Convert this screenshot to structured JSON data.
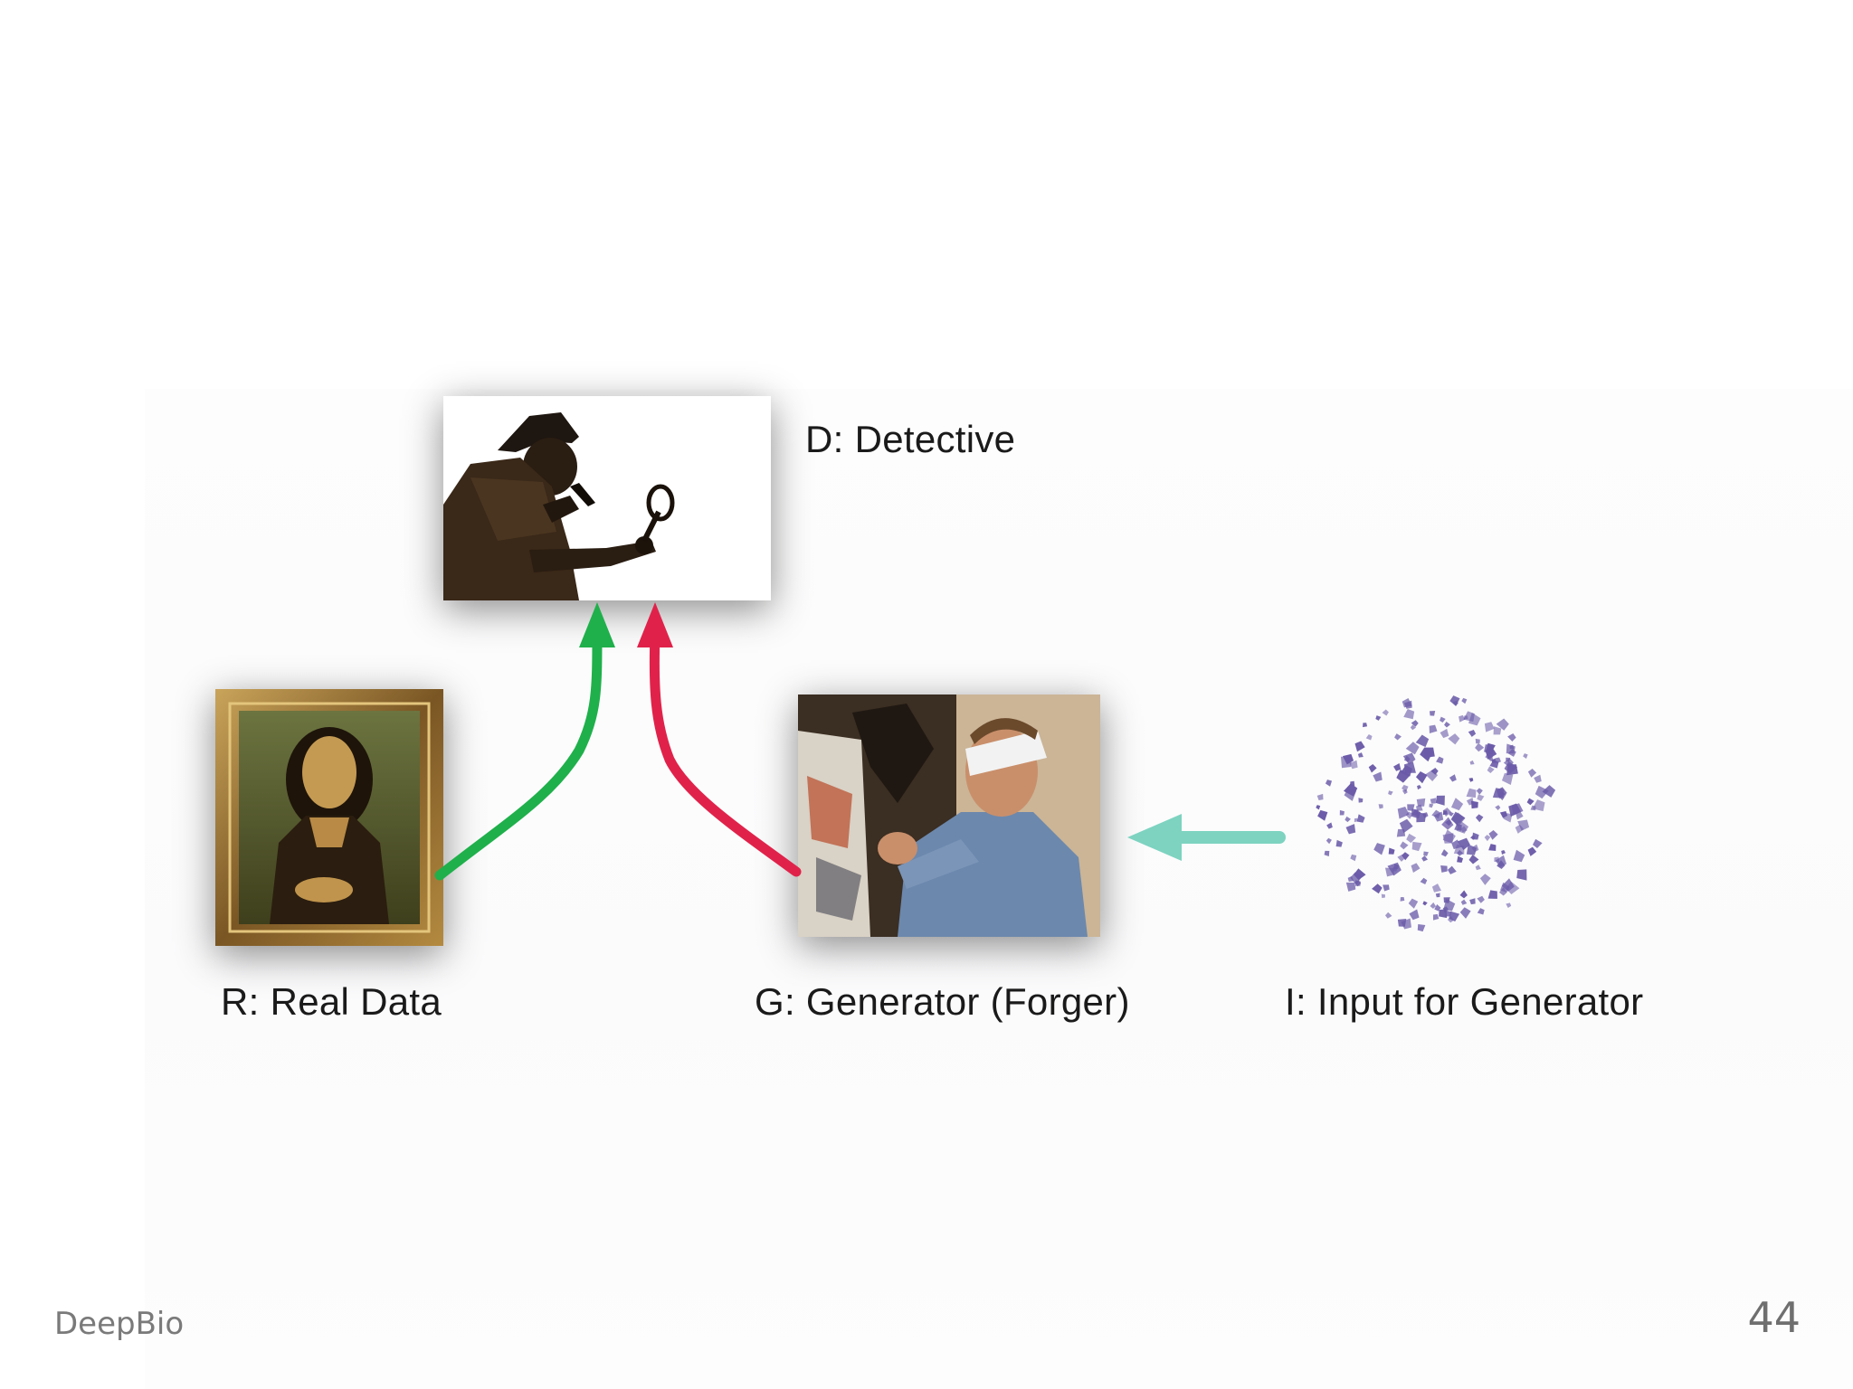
{
  "labels": {
    "detective": "D: Detective",
    "real_data": "R: Real Data",
    "generator": "G: Generator (Forger)",
    "input": "I: Input for Generator"
  },
  "footer": {
    "brand": "DeepBio",
    "page_number": "44"
  },
  "colors": {
    "real_arrow": "#1fb04b",
    "fake_arrow": "#e0224a",
    "input_arrow": "#7dd3c0",
    "noise_dots": "#6a5aa8"
  },
  "icons": {
    "detective": "detective-silhouette-icon",
    "real_data": "mona-lisa-painting",
    "generator": "blindfolded-painter-photo",
    "input": "noise-cloud-icon"
  }
}
